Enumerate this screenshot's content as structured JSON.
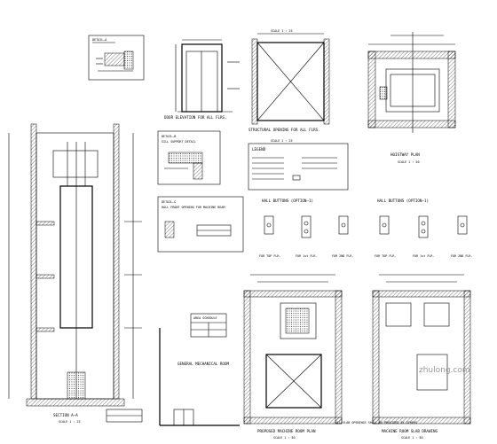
{
  "sheet": {
    "door_elevation_title": "DOOR ELEVATION FOR ALL FLRS.",
    "structural_opening_title": "STRUCTURAL OPENING FOR ALL FLRS.",
    "hoistway_plan_title": "HOISTWAY PLAN",
    "section_title": "SECTION A—A",
    "machine_room_plan_title": "PROPOSED MACHINE ROOM PLAN",
    "slab_drawing_title": "MACHINE ROOM SLAB DRAWING",
    "general_room_label": "GENERAL MECHANICAL ROOM",
    "hall_button_1": "HALL BUTTONS (OPTION—1)",
    "hall_button_2": "HALL BUTTONS (OPTION—1)",
    "legend_title": "LEGEND",
    "detail_sill": "SILL SUPPORT DETAIL",
    "detail_hall": "HALL FRONT OPENING FOR MACHINE BEAM",
    "detail_a": "DETAIL—A",
    "detail_b": "DETAIL—B",
    "detail_c": "DETAIL—C",
    "scale_note": "SCALE 1 : 25",
    "scale_note_50": "SCALE 1 : 50",
    "area_schedule": "AREA SCHEDULE",
    "btn_top": "FOR TOP FLR.",
    "btn_1st": "FOR 1st FLR.",
    "btn_2nd": "FOR 2ND FLR.",
    "btn_top2": "FOR TOP FLR.",
    "btn_1st2": "FOR 1st FLR.",
    "btn_2nd2": "FOR 2ND FLR.",
    "slab_note": "ALL SLAB OPENINGS SHALL BE PROVIDED BY OTHERS",
    "watermark": "zhulong.com"
  }
}
